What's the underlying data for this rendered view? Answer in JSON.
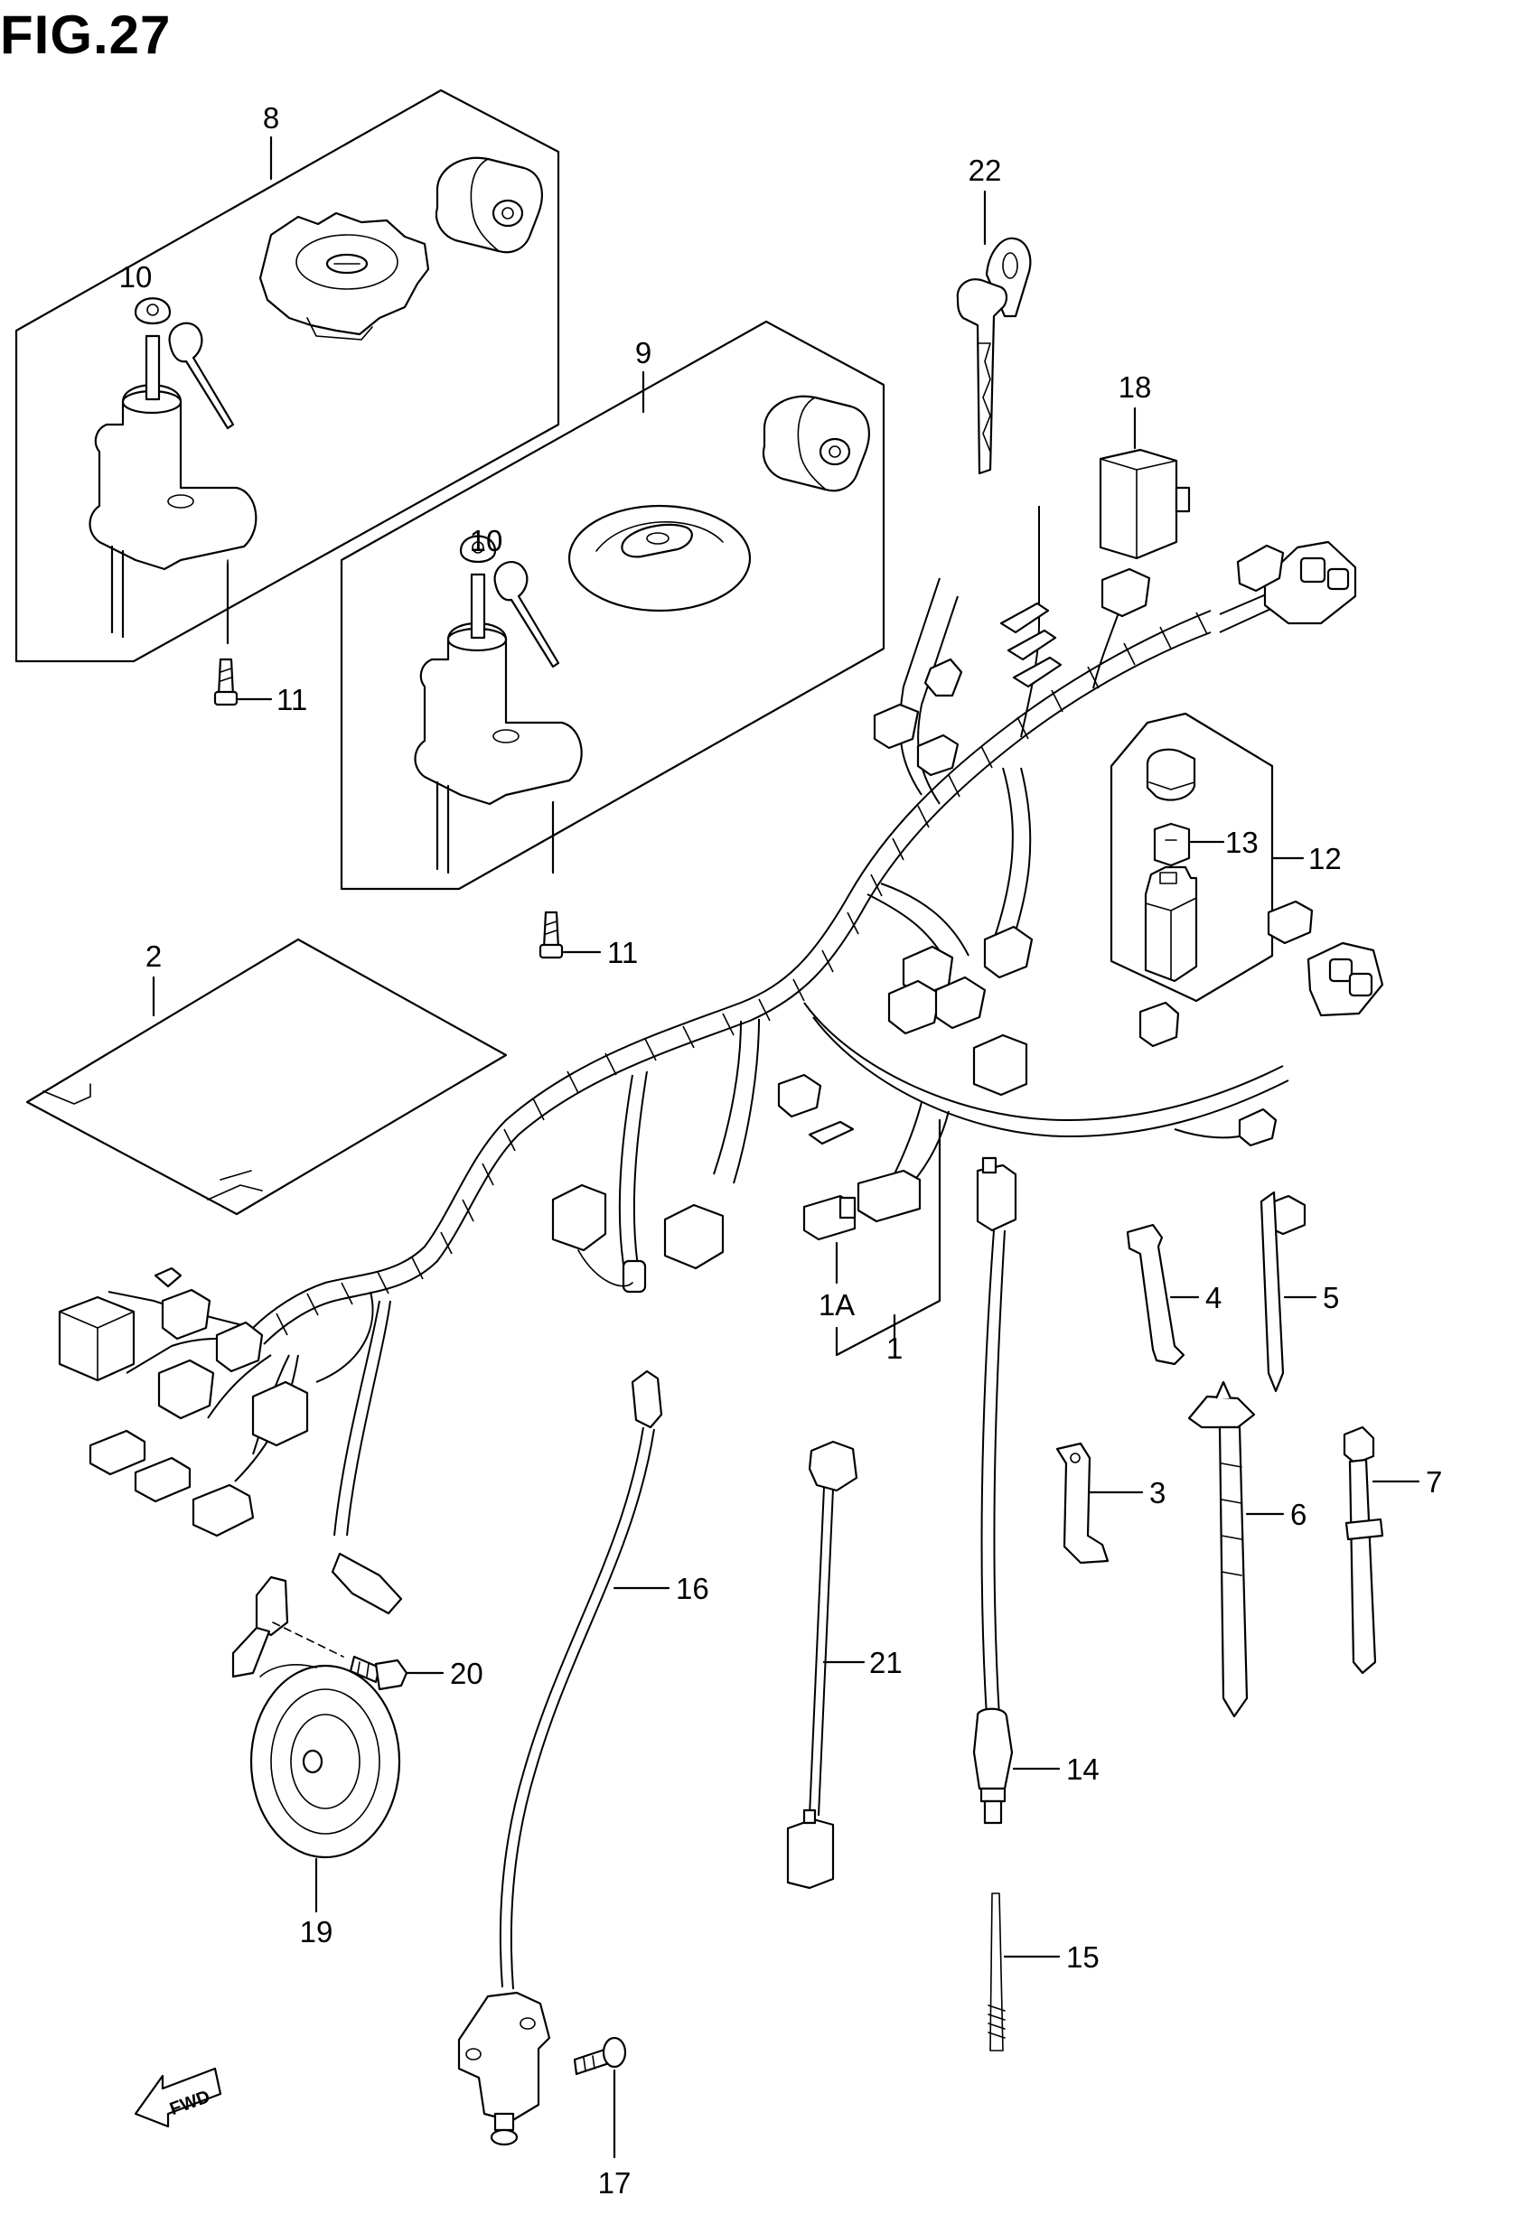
{
  "figure": {
    "title": "FIG.27",
    "fwd_badge": "FWD"
  },
  "labels": {
    "p1": "1",
    "p1a": "1A",
    "p2": "2",
    "p3": "3",
    "p4": "4",
    "p5": "5",
    "p6": "6",
    "p7": "7",
    "p8": "8",
    "p9": "9",
    "p10a": "10",
    "p10b": "10",
    "p11a": "11",
    "p11b": "11",
    "p12": "12",
    "p13": "13",
    "p14": "14",
    "p15": "15",
    "p16": "16",
    "p17": "17",
    "p18": "18",
    "p19": "19",
    "p20": "20",
    "p21": "21",
    "p22": "22"
  }
}
